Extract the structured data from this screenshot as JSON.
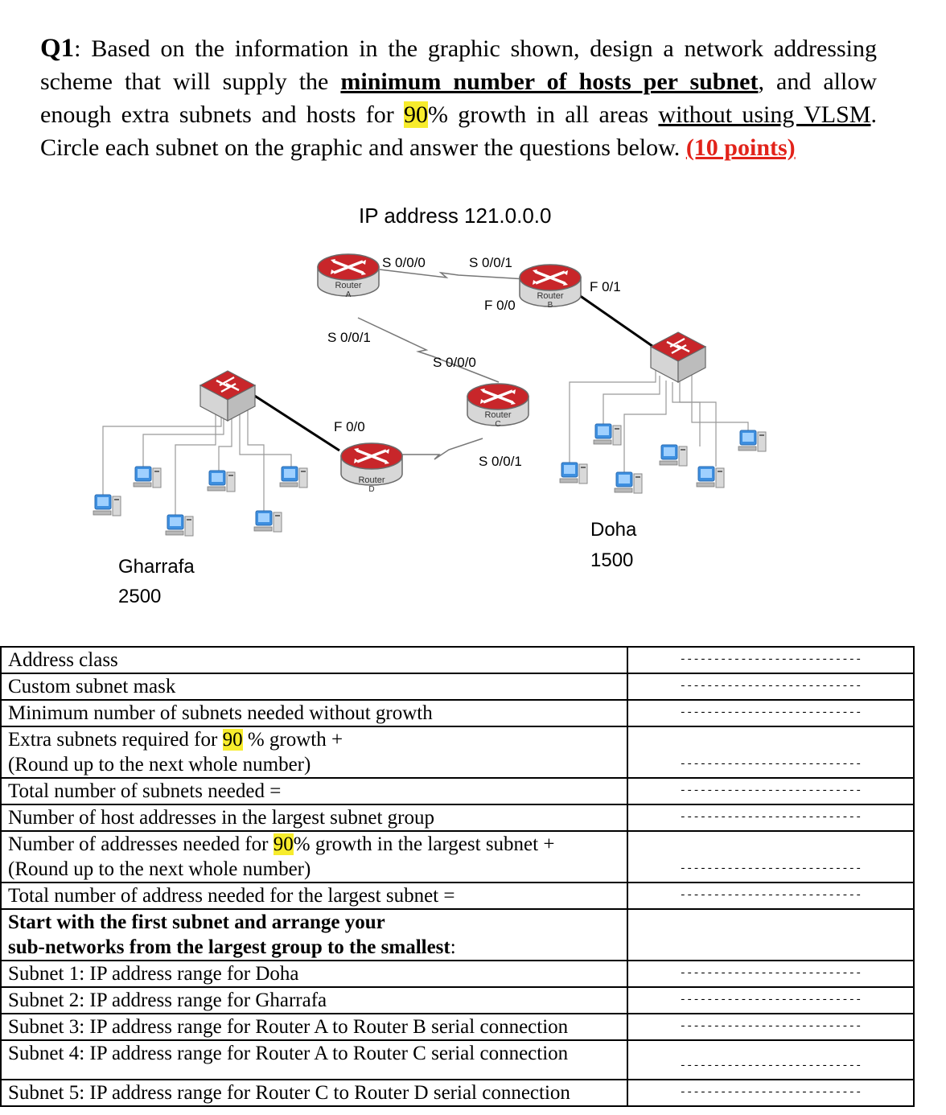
{
  "question": {
    "number": "Q1",
    "p1": ": Based on the information in the graphic shown, design a network addressing scheme that will supply the ",
    "u1": "minimum number of hosts per subnet",
    "p2": ", and allow enough extra subnets and hosts for ",
    "growth": "90",
    "p3": "% growth in all areas ",
    "u2": "without using VLSM",
    "p4": ". Circle each subnet on the graphic and answer the questions below. ",
    "points": "(10 points)"
  },
  "diagram": {
    "ip_title": "IP address 121.0.0.0",
    "router_a": {
      "name": "Router",
      "letter": "A"
    },
    "router_b": {
      "name": "Router",
      "letter": "B"
    },
    "router_c": {
      "name": "Router",
      "letter": "C"
    },
    "router_d": {
      "name": "Router",
      "letter": "D"
    },
    "if_a_s000": "S 0/0/0",
    "if_b_s001": "S 0/0/1",
    "if_b_f01": "F 0/1",
    "if_b_f00": "F 0/0",
    "if_a_s001": "S 0/0/1",
    "if_c_s000": "S 0/0/0",
    "if_d_f00": "F 0/0",
    "if_c_s001": "S 0/0/1",
    "gharrafa": {
      "name": "Gharrafa",
      "hosts": "2500"
    },
    "doha": {
      "name": "Doha",
      "hosts": "1500"
    },
    "colors": {
      "router_red": "#c8262a",
      "router_body": "#cfcfcf",
      "link": "#000000",
      "drop": "#999999",
      "pc_blue": "#3d8fe0"
    }
  },
  "table": {
    "dashes": "---------------------------",
    "rows": [
      {
        "text": "Address class"
      },
      {
        "text": "Custom subnet mask"
      },
      {
        "text": "Minimum number of subnets needed without growth"
      },
      {
        "line1": "Extra subnets required for ",
        "hl": "90",
        "line1b": " % growth  +",
        "line2": "(Round up to the next whole number)"
      },
      {
        "text": "Total number of subnets needed ="
      },
      {
        "text": "Number of host addresses in the largest subnet group"
      },
      {
        "line1": "Number of addresses needed for ",
        "hl": "90",
        "line1b": "% growth in the largest subnet +",
        "line2": "(Round up to the next whole number)"
      },
      {
        "text": "Total number of address needed for the largest subnet ="
      },
      {
        "line1": "Start with the first subnet and arrange your",
        "line2": "sub-networks from the largest group to the smallest",
        "tail": ":"
      },
      {
        "text": "Subnet 1: IP address range for Doha"
      },
      {
        "text": "Subnet 2: IP address range for Gharrafa"
      },
      {
        "text": "Subnet 3: IP address range for Router A to Router B serial connection"
      },
      {
        "text": "Subnet 4: IP address range for Router A to Router C serial connection"
      },
      {
        "text": "Subnet 5: IP address range for Router C to Router D serial connection"
      }
    ]
  }
}
